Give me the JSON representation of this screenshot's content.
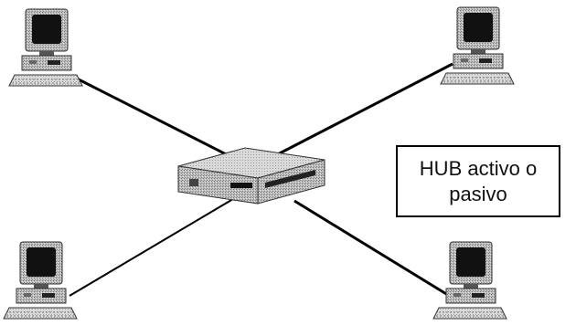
{
  "hub": {
    "label": "HUB activo o pasivo",
    "type": "hub"
  },
  "computers": [
    {
      "name": "top-left"
    },
    {
      "name": "top-right"
    },
    {
      "name": "bottom-left"
    },
    {
      "name": "bottom-right"
    }
  ],
  "connections": [
    {
      "from": "hub",
      "to": "top-left"
    },
    {
      "from": "hub",
      "to": "top-right"
    },
    {
      "from": "hub",
      "to": "bottom-left"
    },
    {
      "from": "hub",
      "to": "bottom-right"
    }
  ]
}
